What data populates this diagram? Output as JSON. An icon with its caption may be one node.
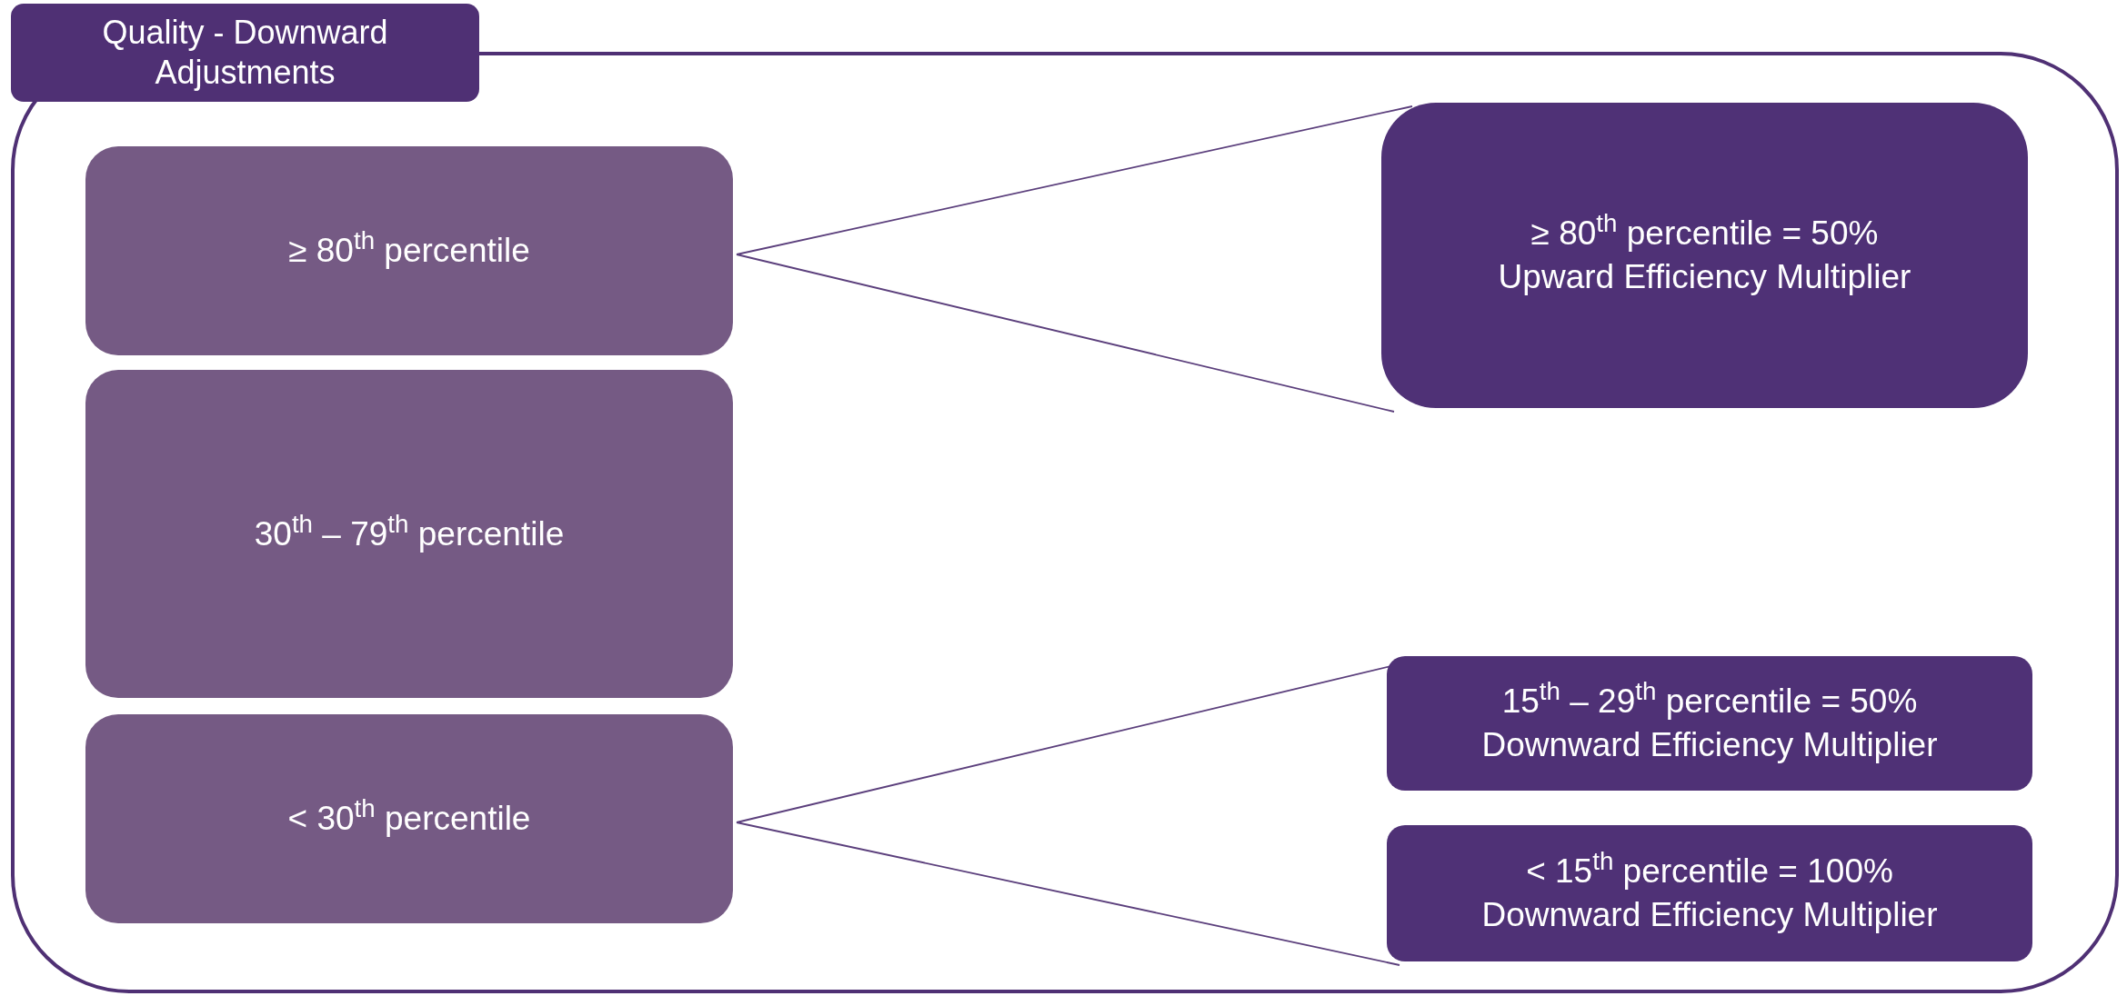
{
  "diagram": {
    "nodes": [
      {
        "text": [
          "Quality - Downward Adjustments"
        ]
      },
      {
        "text": [
          "≥ 80$^{th}$ percentile"
        ],
        "in": 0
      },
      {
        "text": [
          "30$^{th}$ – 79$^{th}$ percentile"
        ],
        "in": 0
      },
      {
        "text": [
          "< 30$^{th}$ percentile"
        ],
        "in": 0
      },
      {
        "text": [
          "≥ 80$^{th}$ percentile = 50%",
          "Upward Efficiency Multiplier"
        ],
        "in": 0
      },
      {
        "text": [
          "15$^{th}$ – 29$^{th}$ percentile = 50%",
          "Downward Efficiency Multiplier"
        ],
        "in": 0
      },
      {
        "text": [
          "< 15$^{th}$ percentile = 100%",
          "Downward Efficiency Multiplier"
        ],
        "in": 0
      }
    ],
    "edges": [
      {
        "from": 1,
        "to": 4,
        "arrow": "none"
      },
      {
        "from": 1,
        "to": 4,
        "arrow": "none"
      },
      {
        "from": 3,
        "to": 5,
        "arrow": "none"
      },
      {
        "from": 3,
        "to": 6,
        "arrow": "none"
      }
    ]
  }
}
